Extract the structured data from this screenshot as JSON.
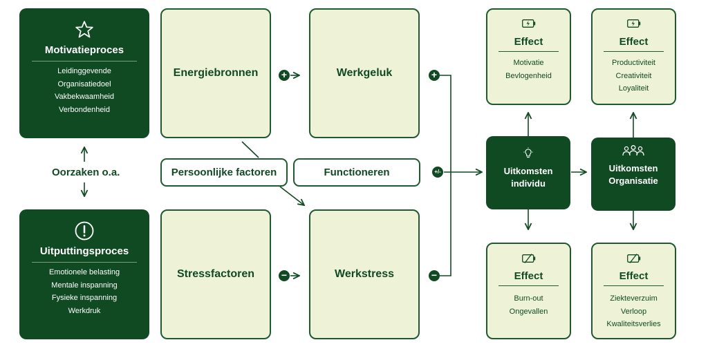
{
  "motivation": {
    "icon": "star-icon",
    "title": "Motivatieproces",
    "items": [
      "Leidinggevende",
      "Organisatiedoel",
      "Vakbekwaamheid",
      "Verbondenheid"
    ]
  },
  "exhaustion": {
    "icon": "exclamation-circle-icon",
    "title": "Uitputtingsproces",
    "items": [
      "Emotionele belasting",
      "Mentale inspanning",
      "Fysieke inspanning",
      "Werkdruk"
    ]
  },
  "causes": {
    "label": "Oorzaken o.a."
  },
  "energy_sources": {
    "label": "Energiebronnen",
    "sign": "+"
  },
  "work_happiness": {
    "label": "Werkgeluk",
    "sign": "+"
  },
  "stress_factors": {
    "label": "Stressfactoren",
    "sign": "−"
  },
  "work_stress": {
    "label": "Werkstress",
    "sign": "−"
  },
  "personal_factors": {
    "label": "Persoonlijke factoren"
  },
  "functioning": {
    "label": "Functioneren",
    "sign": "+/-"
  },
  "outcome_individual": {
    "icon": "lightbulb-icon",
    "title": "Uitkomsten individu"
  },
  "outcome_organisation": {
    "icon": "people-icon",
    "title": "Uitkomsten Organisatie"
  },
  "effects": {
    "individual_positive": {
      "icon": "battery-charging-icon",
      "title": "Effect",
      "items": [
        "Motivatie",
        "Bevlogenheid"
      ]
    },
    "organisation_positive": {
      "icon": "battery-charging-icon",
      "title": "Effect",
      "items": [
        "Productiviteit",
        "Creativiteit",
        "Loyaliteit"
      ]
    },
    "individual_negative": {
      "icon": "battery-empty-icon",
      "title": "Effect",
      "items": [
        "Burn-out",
        "Ongevallen"
      ]
    },
    "organisation_negative": {
      "icon": "battery-empty-icon",
      "title": "Effect",
      "items": [
        "Ziekteverzuim",
        "Verloop",
        "Kwaliteitsverlies"
      ]
    }
  },
  "colors": {
    "dark_green": "#0f4a22",
    "light_fill": "#eef3d8",
    "border": "#1d5a2e"
  }
}
